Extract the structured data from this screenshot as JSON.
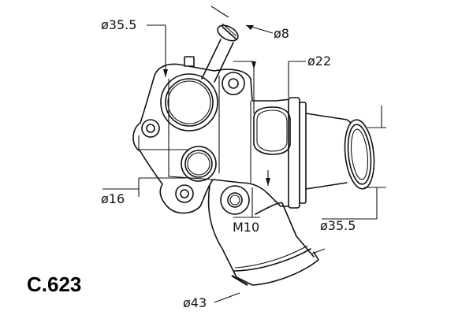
{
  "drawing": {
    "part_code": "C.623",
    "dimensions": {
      "top_left_diameter": "ø35.5",
      "small_pipe_diameter": "ø8",
      "center_port_diameter": "ø22",
      "lower_left_diameter": "ø16",
      "thread_size": "M10",
      "right_outlet_diameter": "ø35.5",
      "bottom_outlet_diameter": "ø43"
    }
  }
}
